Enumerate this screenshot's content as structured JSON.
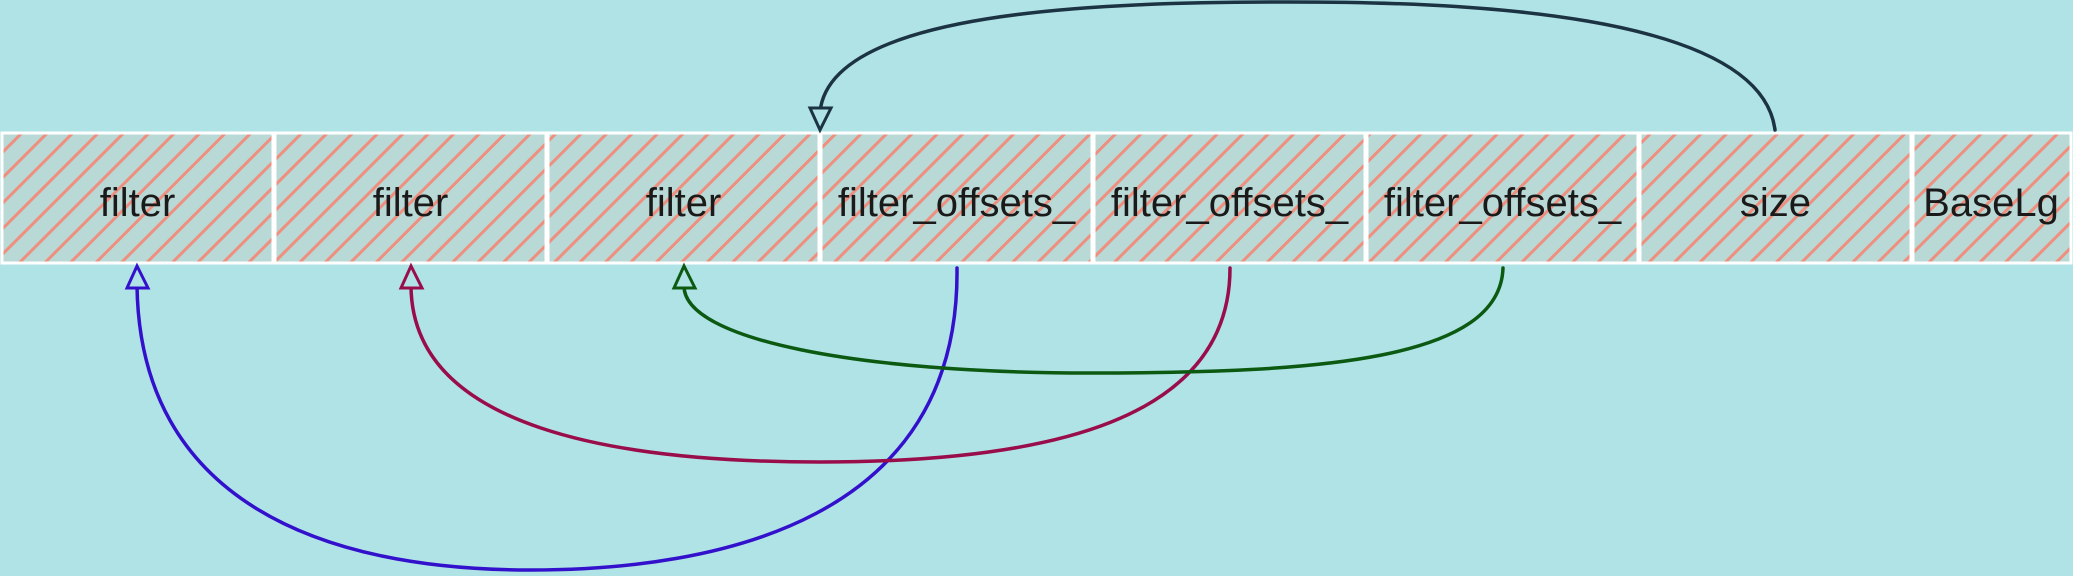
{
  "cells": [
    {
      "label": "filter"
    },
    {
      "label": "filter"
    },
    {
      "label": "filter"
    },
    {
      "label": "filter_offsets_"
    },
    {
      "label": "filter_offsets_"
    },
    {
      "label": "filter_offsets_"
    },
    {
      "label": "size"
    },
    {
      "label": "BaseLg"
    }
  ],
  "connections": [
    {
      "from": 6,
      "to": 3,
      "side": "top",
      "color": "#1b3343"
    },
    {
      "from": 3,
      "to": 0,
      "side": "bottom",
      "color": "#3311cc"
    },
    {
      "from": 4,
      "to": 1,
      "side": "bottom",
      "color": "#990d4b"
    },
    {
      "from": 5,
      "to": 2,
      "side": "bottom",
      "color": "#0c5a12"
    }
  ],
  "colors": {
    "background": "#b0e3e6",
    "cell_hatch": "#ee8f7f",
    "cell_border": "#ffffff"
  }
}
